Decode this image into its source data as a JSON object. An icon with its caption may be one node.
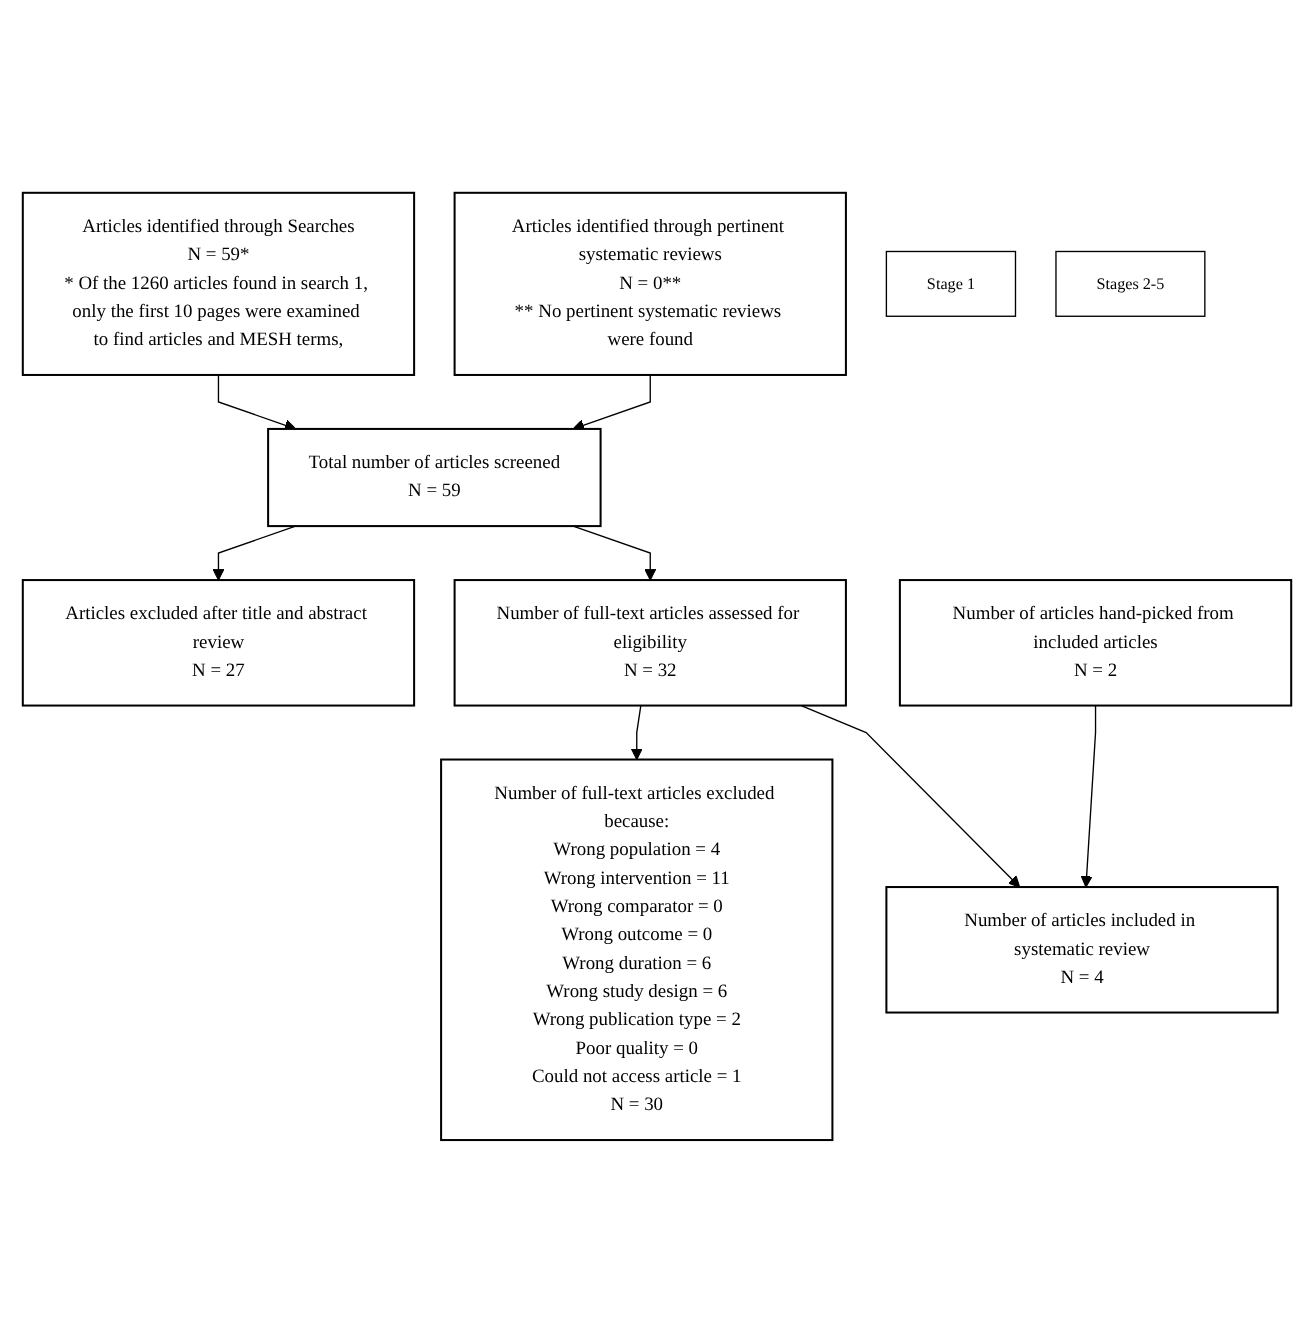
{
  "diagram": {
    "nodes": [
      {
        "text": [
          "Articles identified through Searches",
          "N = 59*",
          "* Of the 1260 articles found in search 1, only the first 10 pages were examined to find articles and MESH terms,"
        ]
      },
      {
        "text": [
          "Articles identified through pertinent systematic reviews",
          "N = 0**",
          "** No pertinent systematic reviews were found"
        ]
      },
      {
        "text": [
          "Total number of articles screened",
          "N = 59"
        ]
      },
      {
        "text": [
          "Stage 1"
        ]
      },
      {
        "text": [
          "Articles excluded after title and abstract review",
          "N = 27"
        ]
      },
      {
        "text": [
          "Number of full-text articles assessed for eligibility",
          "N = 32"
        ]
      },
      {
        "text": [
          "Stages 2-5"
        ]
      },
      {
        "text": [
          "Number of full-text articles excluded because:",
          "Wrong population = 4",
          "Wrong intervention = 11",
          "Wrong comparator = 0",
          "Wrong outcome = 0",
          "Wrong duration = 6",
          "Wrong study design = 6",
          "Wrong publication type = 2",
          "Poor quality = 0",
          "Could not access article = 1",
          "N = 30"
        ]
      },
      {
        "text": [
          "Number of articles hand-picked from included articles",
          "N = 2"
        ]
      },
      {
        "text": [
          "Number of articles included in systematic review",
          "N = 4"
        ]
      }
    ],
    "edges": [
      {
        "from": 0,
        "to": 2,
        "arrow": "to"
      },
      {
        "from": 1,
        "to": 2,
        "arrow": "to"
      },
      {
        "from": 2,
        "to": 4,
        "arrow": "to"
      },
      {
        "from": 2,
        "to": 5,
        "arrow": "to"
      },
      {
        "from": 5,
        "to": 7,
        "arrow": "to"
      },
      {
        "from": 8,
        "to": 9,
        "arrow": "to"
      },
      {
        "from": 5,
        "to": 9,
        "arrow": "to"
      }
    ]
  }
}
